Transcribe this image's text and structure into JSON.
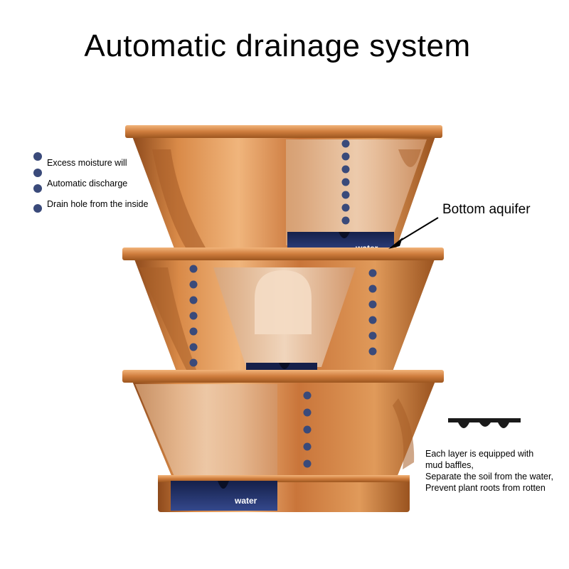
{
  "title": "Automatic drainage system",
  "legend": [
    "Excess moisture will",
    "Automatic discharge",
    "Drain hole from the inside"
  ],
  "callout": {
    "label": "Bottom aquifer"
  },
  "water_labels": {
    "top": "water",
    "bottom": "water"
  },
  "note_lines": [
    "Each layer is equipped with",
    "mud baffles,",
    "Separate the soil from the water,",
    "Prevent plant roots from rotten"
  ],
  "colors": {
    "copper": "#c9753a",
    "copper_light": "#e6a46a",
    "copper_dark": "#8e4a1c",
    "interior": "#e7c3a2",
    "water": "#2d3f7c",
    "drop": "#3a4a7a"
  }
}
